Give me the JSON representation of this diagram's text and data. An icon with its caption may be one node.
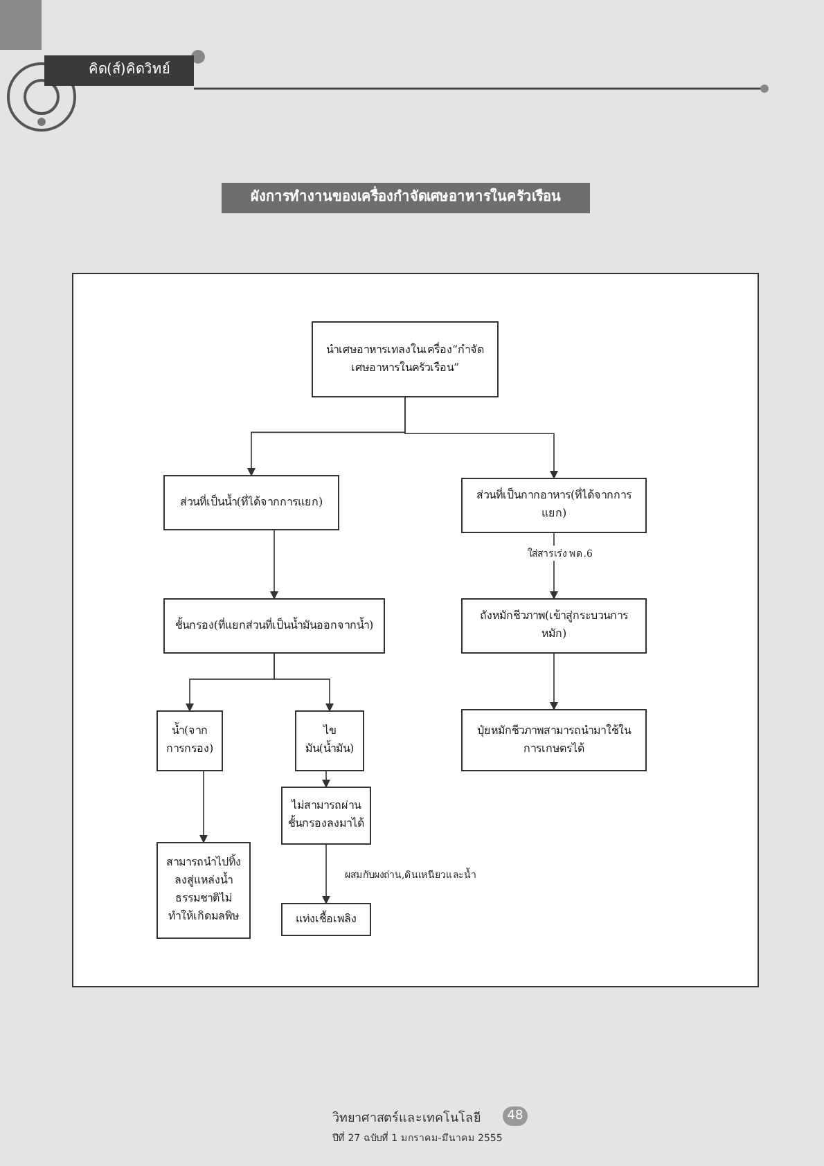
{
  "diagram": {
    "title": "ผังการทำงานของเครื่องกำจัดเศษอาหารในครัวเรือน",
    "nodes": [
      {
        "text": [
          "นำเศษอาหารเทลงในเครื่อง“กำจัดเศษอาหารในครัวเรือน”"
        ]
      },
      {
        "text": [
          "ส่วนที่เป็นน้ำ(ที่ได้จากการแยก)"
        ]
      },
      {
        "text": [
          "ส่วนที่เป็นกากอาหาร(ที่ได้จากการแยก)"
        ]
      },
      {
        "text": [
          "ชั้นกรอง(ที่แยกส่วนที่เป็นน้ำมันออกจากน้ำ)"
        ]
      },
      {
        "text": [
          "ถังหมักชีวภาพ(เข้าสู่กระบวนการหมัก)"
        ]
      },
      {
        "text": [
          "น้ำ(จากการกรอง)"
        ]
      },
      {
        "text": [
          "ไขมัน(น้ำมัน)"
        ]
      },
      {
        "text": [
          "ปุ๋ยหมักชีวภาพสามารถนำมาใช้ในการเกษตรได้"
        ]
      },
      {
        "text": [
          "สามารถนำไปทิ้งลงสู่แหล่งน้ำธรรมชาติไม่ทำให้เกิดมลพิษ"
        ]
      },
      {
        "text": [
          "ไม่สามารถผ่านชั้นกรองลงมาได้"
        ]
      },
      {
        "text": [
          "แท่งเชื้อเพลิง"
        ]
      }
    ],
    "edges": [
      {
        "from": 0,
        "to": 1,
        "arrow": "to"
      },
      {
        "from": 0,
        "to": 2,
        "arrow": "to"
      },
      {
        "from": 1,
        "to": 3,
        "arrow": "to"
      },
      {
        "from": 2,
        "to": 4,
        "arrow": "to",
        "label": "ใส่สารเร่ง พด.6"
      },
      {
        "from": 3,
        "to": 5,
        "arrow": "to"
      },
      {
        "from": 3,
        "to": 6,
        "arrow": "to"
      },
      {
        "from": 4,
        "to": 7,
        "arrow": "to"
      },
      {
        "from": 5,
        "to": 8,
        "arrow": "to"
      },
      {
        "from": 6,
        "to": 9,
        "arrow": "to"
      },
      {
        "from": 9,
        "to": 10,
        "arrow": "to",
        "label": "ผสมกับผงถ่าน,ดินเหนียวและน้ำ"
      }
    ],
    "labels": [
      "คิด(ส์)คิดวิทย์",
      "วิทยาศาสตร์และเทคโนโลยี",
      "48",
      "ปีที่ 27 ฉบับที่ 1 มกราคม-มีนาคม 2555"
    ]
  }
}
